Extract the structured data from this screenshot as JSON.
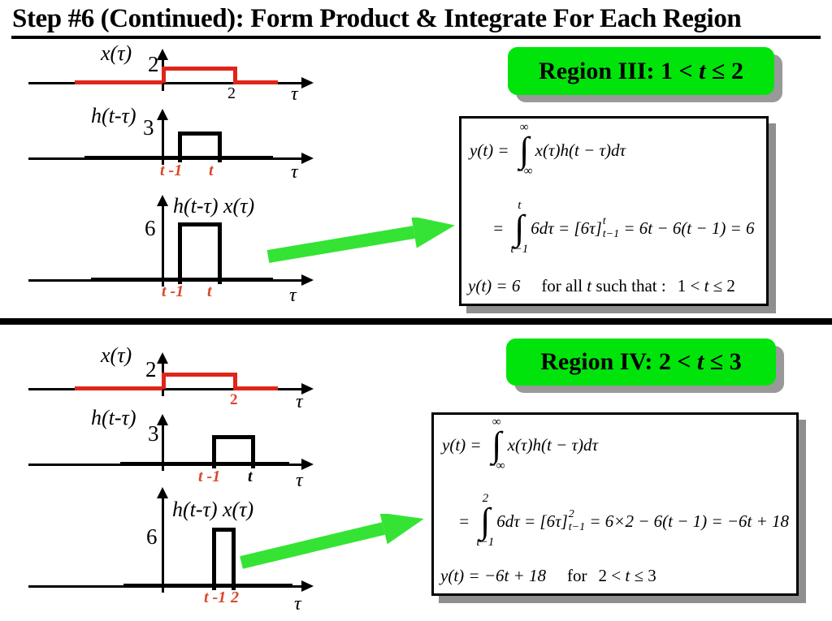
{
  "title": "Step #6 (Continued): Form Product & Integrate For Each Region",
  "colors": {
    "signal_red": "#e0241a",
    "label_red": "#d8482a",
    "banner_green": "#00e40c",
    "arrow_green": "#35e335",
    "shadow_gray": "#999999"
  },
  "top": {
    "banner": {
      "pre": "Region III: 1 < ",
      "var": "t",
      "post": " ≤ 2"
    },
    "graph_x": {
      "label": "x(τ)",
      "amplitude": "2",
      "tick": "2",
      "axis": "τ"
    },
    "graph_h": {
      "label": "h(t-τ)",
      "amplitude": "3",
      "tick_left": "t -1",
      "tick_right": "t",
      "axis": "τ"
    },
    "graph_prod": {
      "label": "h(t-τ) x(τ)",
      "amplitude": "6",
      "tick_left": "t -1",
      "tick_right": "t",
      "axis": "τ"
    },
    "formula": {
      "line1": {
        "lhs": "y(t) = ",
        "upper": "∞",
        "lower": "−∞",
        "body": "x(τ)h(t − τ)dτ"
      },
      "line2": {
        "eq": "= ",
        "upper": "t",
        "lower": "t−1",
        "body": "6dτ ",
        "eval": "= [6τ]",
        "sup": "t",
        "sub": "t−1",
        "rest": " = 6t − 6(t − 1) = 6"
      },
      "line3": {
        "result": "y(t) = 6",
        "mid": "for all ",
        "var": "t",
        "mid2": " such that :",
        "c1": "1 < ",
        "cv": "t",
        "c2": " ≤ 2"
      }
    }
  },
  "bottom": {
    "banner": {
      "pre": "Region IV: 2 < ",
      "var": "t",
      "post": " ≤ 3"
    },
    "graph_x": {
      "label": "x(τ)",
      "amplitude": "2",
      "tick": "2",
      "axis": "τ"
    },
    "graph_h": {
      "label": "h(t-τ)",
      "amplitude": "3",
      "tick_left": "t -1",
      "tick_right": "t",
      "axis": "τ"
    },
    "graph_prod": {
      "label": "h(t-τ) x(τ)",
      "amplitude": "6",
      "tick_left": "t -1",
      "tick_right": "2",
      "axis": "τ"
    },
    "formula": {
      "line1": {
        "lhs": "y(t) = ",
        "upper": "∞",
        "lower": "−∞",
        "body": "x(τ)h(t − τ)dτ"
      },
      "line2": {
        "eq": "= ",
        "upper": "2",
        "lower": "t−1",
        "body": "6dτ ",
        "eval": "= [6τ]",
        "sup": "2",
        "sub": "t−1",
        "rest": " = 6×2 − 6(t − 1) = −6t + 18"
      },
      "line3": {
        "result": "y(t) = −6t + 18",
        "mid": "for",
        "c1": "2 < ",
        "cv": "t",
        "c2": " ≤ 3"
      }
    }
  }
}
